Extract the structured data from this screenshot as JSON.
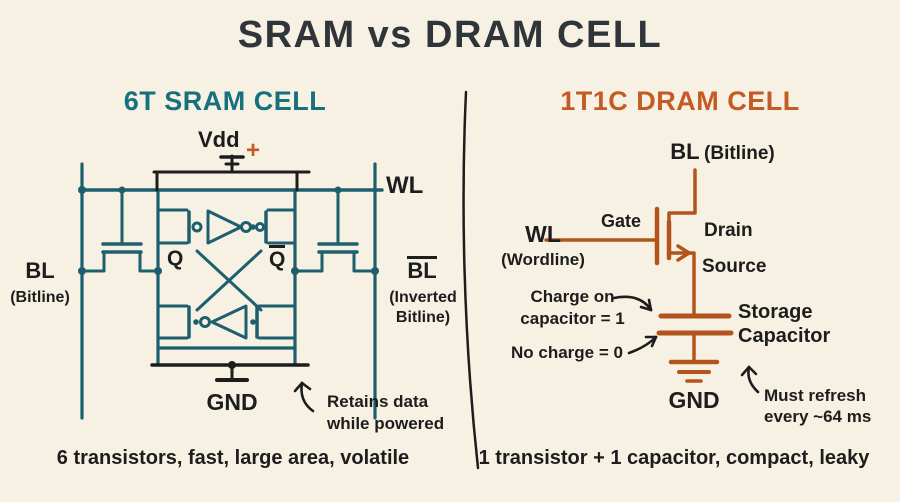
{
  "title": "SRAM vs DRAM CELL",
  "sram": {
    "heading": "6T SRAM CELL",
    "vdd": "Vdd",
    "plus": "+",
    "wl": "WL",
    "bl": "BL",
    "bl_sub": "(Bitline)",
    "blbar": "BL",
    "blbar_sub1": "(Inverted",
    "blbar_sub2": "Bitline)",
    "q": "Q",
    "qbar": "Q",
    "gnd": "GND",
    "note1": "Retains data",
    "note2": "while powered",
    "caption": "6 transistors, fast, large area, volatile"
  },
  "dram": {
    "heading": "1T1C DRAM CELL",
    "bl": "BL",
    "bl_sub": "(Bitline)",
    "wl": "WL",
    "wl_sub": "(Wordline)",
    "gate": "Gate",
    "drain": "Drain",
    "source": "Source",
    "storage1": "Storage",
    "storage2": "Capacitor",
    "gnd": "GND",
    "charge1": "Charge on",
    "charge2": "capacitor = 1",
    "nocharge": "No charge = 0",
    "refresh1": "Must refresh",
    "refresh2": "every ~64 ms",
    "caption": "1 transistor + 1 capacitor, compact, leaky"
  },
  "colors": {
    "background": "#f6f1e3",
    "teal": "#1d5f6e",
    "teal_heading": "#17707e",
    "orange": "#b4541d",
    "orange_heading": "#c45a24",
    "ink": "#1d1d1d",
    "title": "#30353a"
  }
}
